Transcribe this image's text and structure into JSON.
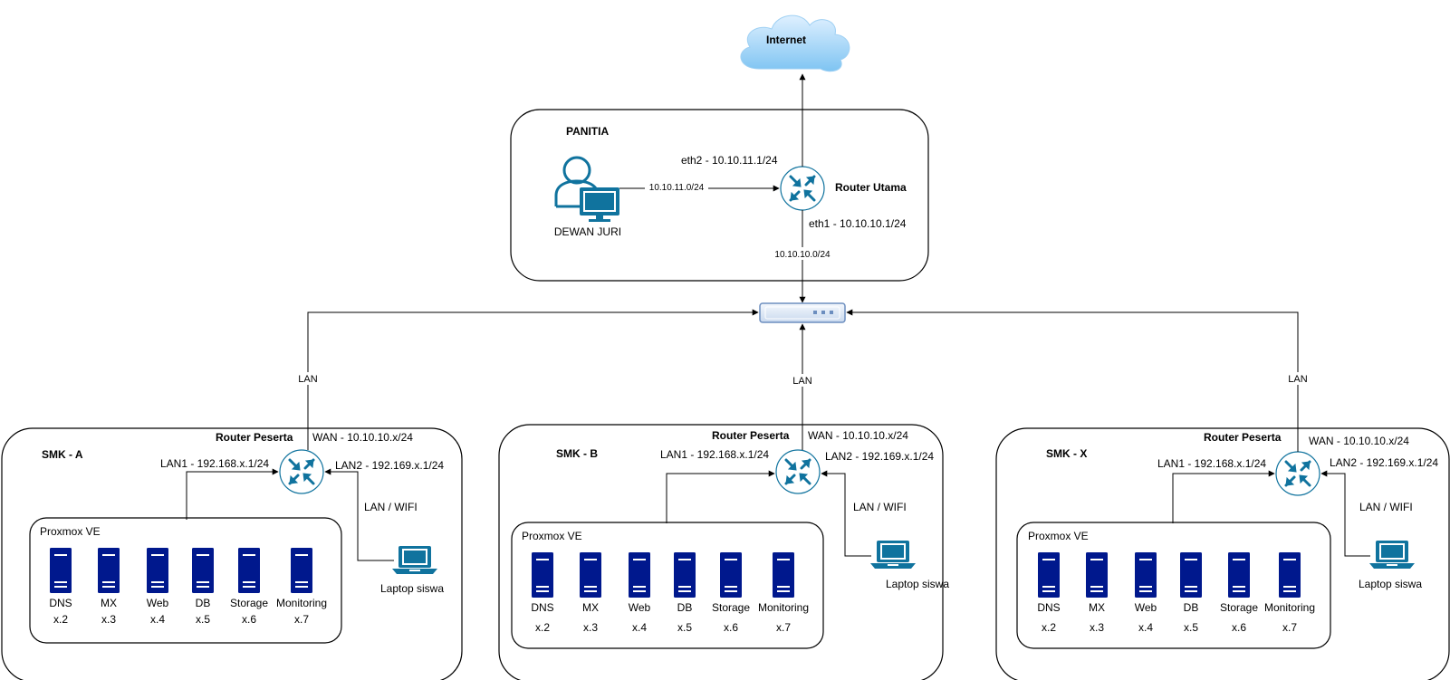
{
  "internet": {
    "label": "Internet"
  },
  "panitia": {
    "title": "PANITIA",
    "user_label": "DEWAN JURI",
    "user_link": "10.10.11.0/24",
    "router_name": "Router Utama",
    "eth2": "eth2 - 10.10.11.1/24",
    "eth1": "eth1 - 10.10.10.1/24",
    "uplink_net": "10.10.10.0/24"
  },
  "links": {
    "lan": "LAN"
  },
  "schools": [
    {
      "name": "SMK - A",
      "router": "Router Peserta",
      "wan": "WAN - 10.10.10.x/24",
      "lan1": "LAN1 - 192.168.x.1/24",
      "lan2": "LAN2 - 192.169.x.1/24",
      "wifi": "LAN / WIFI",
      "laptop": "Laptop siswa",
      "proxmox": "Proxmox VE",
      "servers": [
        {
          "name": "DNS",
          "ip": "x.2"
        },
        {
          "name": "MX",
          "ip": "x.3"
        },
        {
          "name": "Web",
          "ip": "x.4"
        },
        {
          "name": "DB",
          "ip": "x.5"
        },
        {
          "name": "Storage",
          "ip": "x.6"
        },
        {
          "name": "Monitoring",
          "ip": "x.7"
        }
      ]
    },
    {
      "name": "SMK - B",
      "router": "Router Peserta",
      "wan": "WAN - 10.10.10.x/24",
      "lan1": "LAN1 - 192.168.x.1/24",
      "lan2": "LAN2 - 192.169.x.1/24",
      "wifi": "LAN / WIFI",
      "laptop": "Laptop siswa",
      "proxmox": "Proxmox VE",
      "servers": [
        {
          "name": "DNS",
          "ip": "x.2"
        },
        {
          "name": "MX",
          "ip": "x.3"
        },
        {
          "name": "Web",
          "ip": "x.4"
        },
        {
          "name": "DB",
          "ip": "x.5"
        },
        {
          "name": "Storage",
          "ip": "x.6"
        },
        {
          "name": "Monitoring",
          "ip": "x.7"
        }
      ]
    },
    {
      "name": "SMK - X",
      "router": "Router Peserta",
      "wan": "WAN - 10.10.10.x/24",
      "lan1": "LAN1 - 192.168.x.1/24",
      "lan2": "LAN2 - 192.169.x.1/24",
      "wifi": "LAN / WIFI",
      "laptop": "Laptop siswa",
      "proxmox": "Proxmox VE",
      "servers": [
        {
          "name": "DNS",
          "ip": "x.2"
        },
        {
          "name": "MX",
          "ip": "x.3"
        },
        {
          "name": "Web",
          "ip": "x.4"
        },
        {
          "name": "DB",
          "ip": "x.5"
        },
        {
          "name": "Storage",
          "ip": "x.6"
        },
        {
          "name": "Monitoring",
          "ip": "x.7"
        }
      ]
    }
  ],
  "colors": {
    "router_fill": "#ffffff",
    "router_ring": "#10739e",
    "arrow_icon": "#10739e",
    "server": "#00188d",
    "cloud_top": "#dff0ff",
    "cloud_bottom": "#7ec4f2",
    "user_icon": "#10739e",
    "switch_fill": "#dae8fc",
    "switch_stroke": "#6c8ebf"
  },
  "icons": {
    "cloud": "cloud-icon",
    "router": "router-icon",
    "switch": "switch-icon",
    "server": "server-icon",
    "laptop": "laptop-icon",
    "user": "user-workstation-icon"
  }
}
